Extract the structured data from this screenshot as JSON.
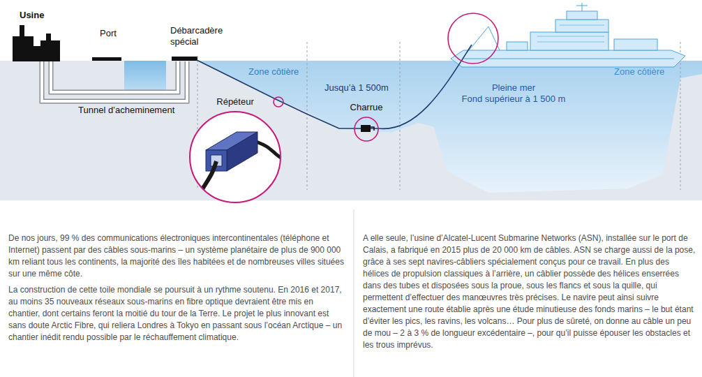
{
  "diagram": {
    "nodes": [
      {
        "text": [
          "Répéteur"
        ]
      },
      {
        "text": [
          "Charrue"
        ]
      }
    ],
    "labels": [
      "Usine",
      "Port",
      "Débarcadère spécial",
      "Zone côtière",
      "Jusqu’à 1 500m",
      "Pleine mer",
      "Fond supérieur à 1 500 m",
      "Zone côtière",
      "Tunnel d’acheminement",
      "De nos jours, 99 % des communications électroniques intercontinentales (téléphone et Internet) passent par des câbles sous-marins – un système planétaire de plus de 900 000 km reliant tous les continents, la majorité des îles habitées et de nombreuses villes situées sur une même côte.",
      "La construction de cette toile mondiale se poursuit à un rythme soutenu. En 2016 et 2017, au moins 35 nouveaux réseaux sous-marins en fibre optique devraient être mis en chantier, dont certains feront la moitié du tour de la Terre. Le projet le plus innovant est sans doute Arctic Fibre, qui reliera Londres à Tokyo en passant sous l’océan Arctique – un chantier inédit rendu possible par le réchauffement climatique.",
      "A elle seule, l’usine d’Alcatel-Lucent Submarine Networks (ASN), installée sur le port de Calais, a fabriqué en 2015 plus de 20 000 km de câbles. ASN se charge aussi de la pose, grâce à ses sept navires-câbliers spécialement conçus pour ce travail. En plus des hélices de propulsion classiques à l’arrière, un câblier possède des hélices enserrées dans des tubes et disposées sous la proue, sous les flancs et sous la quille, qui permettent d’effectuer des manœuvres très précises. Le navire peut ainsi suivre exactement une route établie après une étude minutieuse des fonds marins – le but étant d’éviter les pics, les ravins, les volcans… Pour plus de sûreté, on donne au câble un peu de mou – 2 à 3 % de longueur excédentaire –, pour qu’il puisse épouser les obstacles et les trous imprévus."
    ]
  }
}
